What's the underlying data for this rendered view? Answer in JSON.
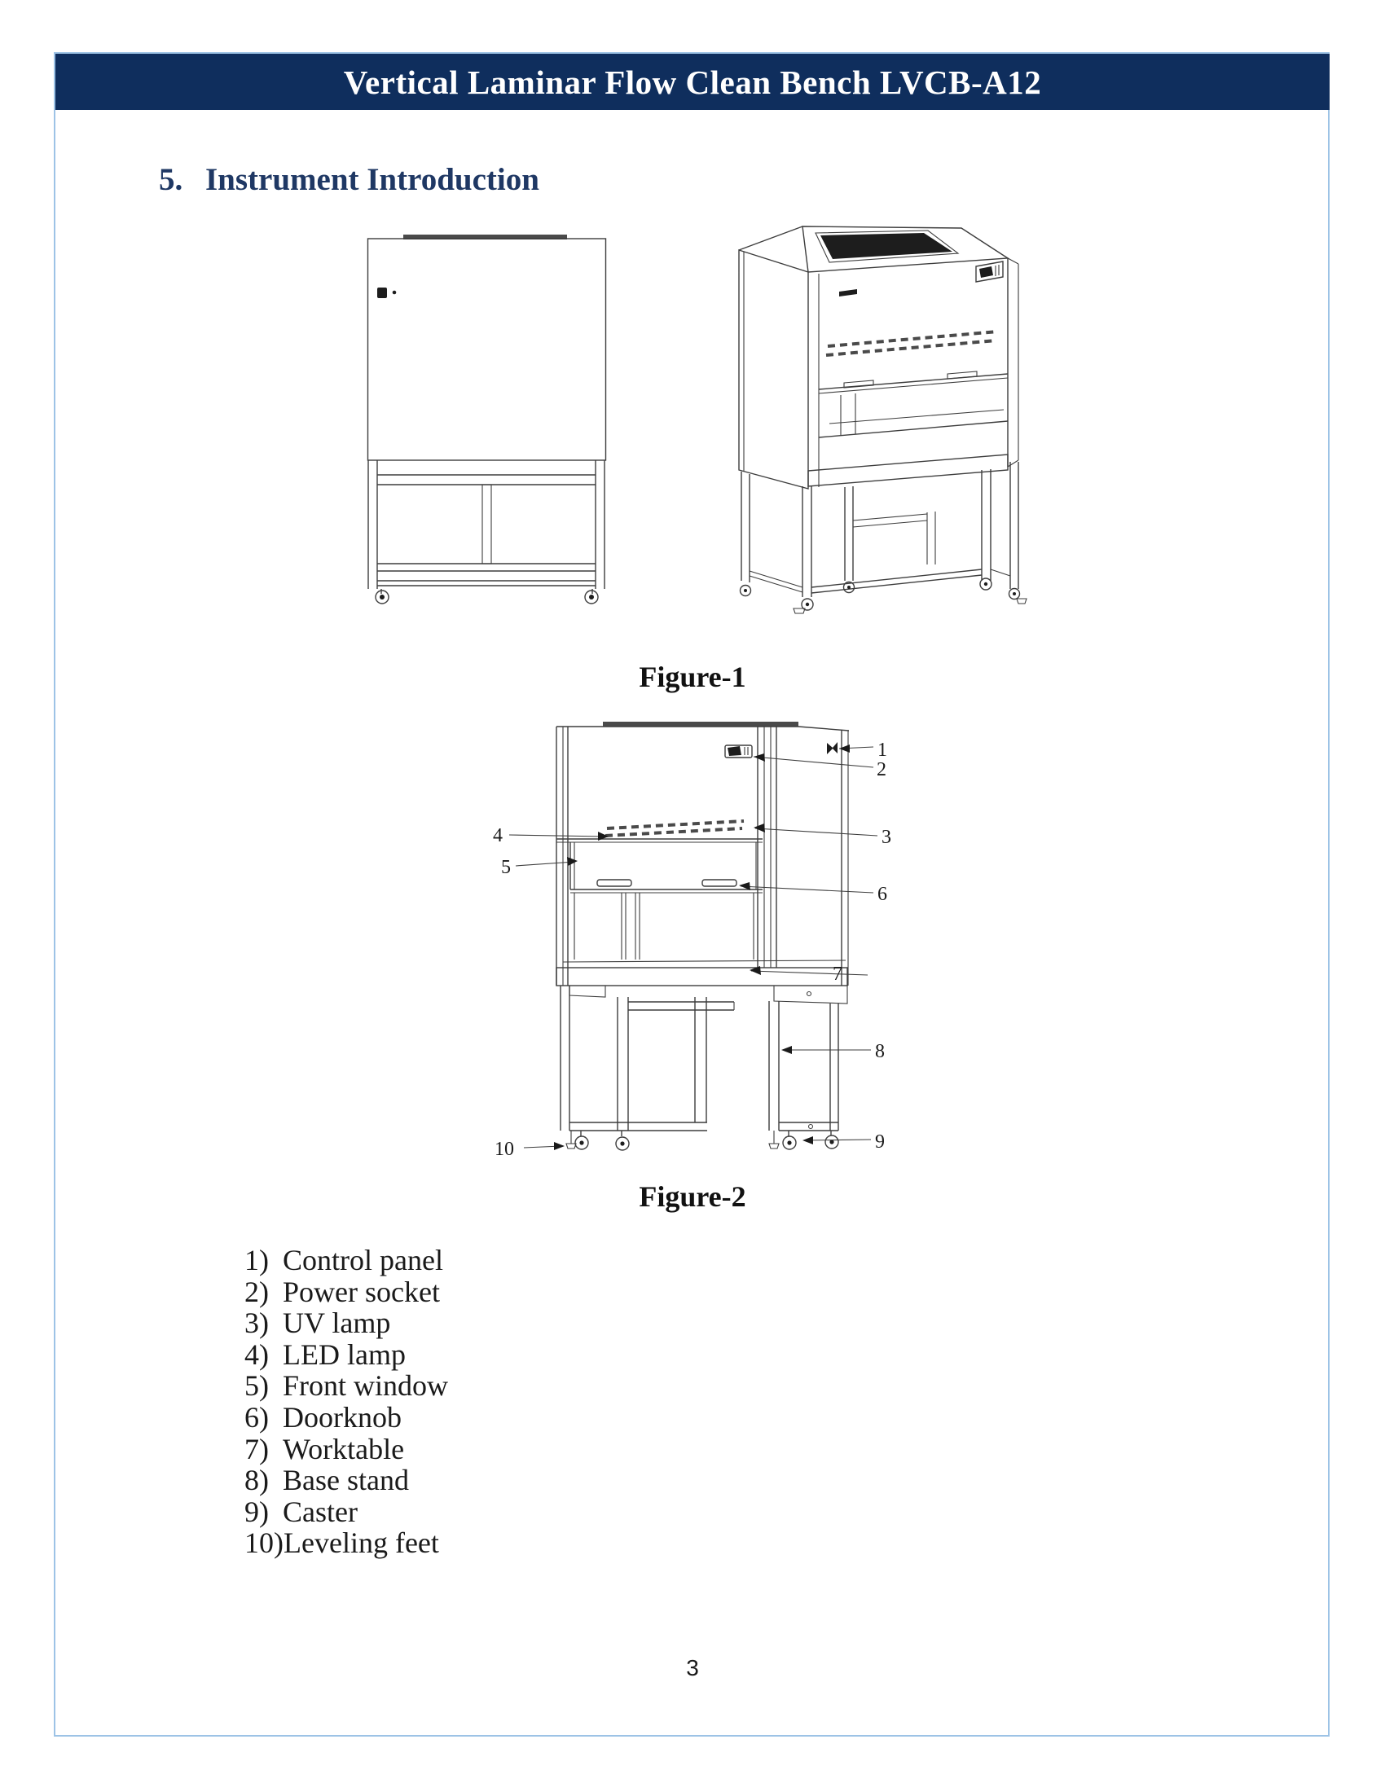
{
  "colors": {
    "header_bg": "#0f2e5d",
    "header_text": "#ffffff",
    "heading_color": "#1f3864",
    "page_border": "#9dc3e6",
    "line_color": "#3d3d3d",
    "text_color": "#1a1a1a"
  },
  "header": {
    "title": "Vertical Laminar Flow Clean Bench LVCB-A12"
  },
  "section": {
    "number": "5.",
    "title": "Instrument Introduction"
  },
  "figure1": {
    "caption": "Figure-1"
  },
  "figure2": {
    "caption": "Figure-2",
    "callouts": {
      "c1": "1",
      "c2": "2",
      "c3": "3",
      "c4": "4",
      "c5": "5",
      "c6": "6",
      "c7": "7",
      "c8": "8",
      "c9": "9",
      "c10": "10"
    }
  },
  "parts_list": {
    "items": [
      {
        "num": "1)",
        "label": "Control panel"
      },
      {
        "num": "2)",
        "label": "Power socket"
      },
      {
        "num": "3)",
        "label": "UV lamp"
      },
      {
        "num": "4)",
        "label": "LED lamp"
      },
      {
        "num": "5)",
        "label": "Front window"
      },
      {
        "num": "6)",
        "label": "Doorknob"
      },
      {
        "num": "7)",
        "label": "Worktable"
      },
      {
        "num": "8)",
        "label": "Base stand"
      },
      {
        "num": "9)",
        "label": "Caster"
      },
      {
        "num": "10)",
        "label": "Leveling feet"
      }
    ]
  },
  "footer": {
    "page_number": "3"
  }
}
